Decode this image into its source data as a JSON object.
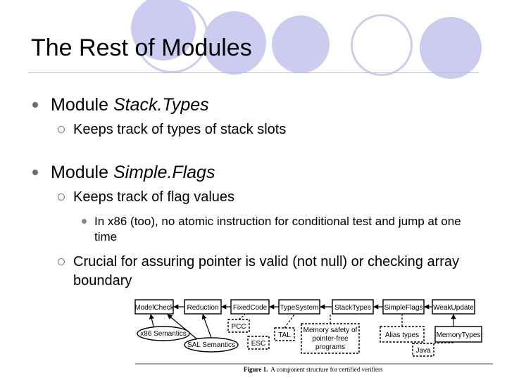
{
  "slide": {
    "title": "The Rest of Modules",
    "bullets": [
      {
        "prefix": "Module ",
        "name": "Stack.Types"
      },
      {
        "sub": "Keeps track of types of stack slots"
      },
      {
        "prefix": "Module ",
        "name": "Simple.Flags"
      },
      {
        "sub": "Keeps track of flag values"
      },
      {
        "subsub": "In x86 (too), no atomic instruction for conditional test and jump at one time"
      },
      {
        "sub": "Crucial for assuring pointer is valid (not null) or checking array boundary"
      }
    ]
  },
  "diagram": {
    "nodes": {
      "modelcheck": "ModelCheck",
      "reduction": "Reduction",
      "fixedcode": "FixedCode",
      "typesystem": "TypeSystem",
      "stacktypes": "StackTypes",
      "simpleflags": "SimpleFlags",
      "weakupdate": "WeakUpdate",
      "x86sem": "x86 Semantics",
      "salsem": "SAL Semantics",
      "pcc": "PCC",
      "esc": "ESC",
      "tal": "TAL",
      "memsafety_l1": "Memory safety of",
      "memsafety_l2": "pointer-free",
      "memsafety_l3": "programs",
      "aliastypes": "Alias types",
      "memorytypes": "MemoryTypes",
      "java": "Java"
    },
    "caption_label": "Figure 1.",
    "caption_text": "A component structure for certified verifiers"
  }
}
